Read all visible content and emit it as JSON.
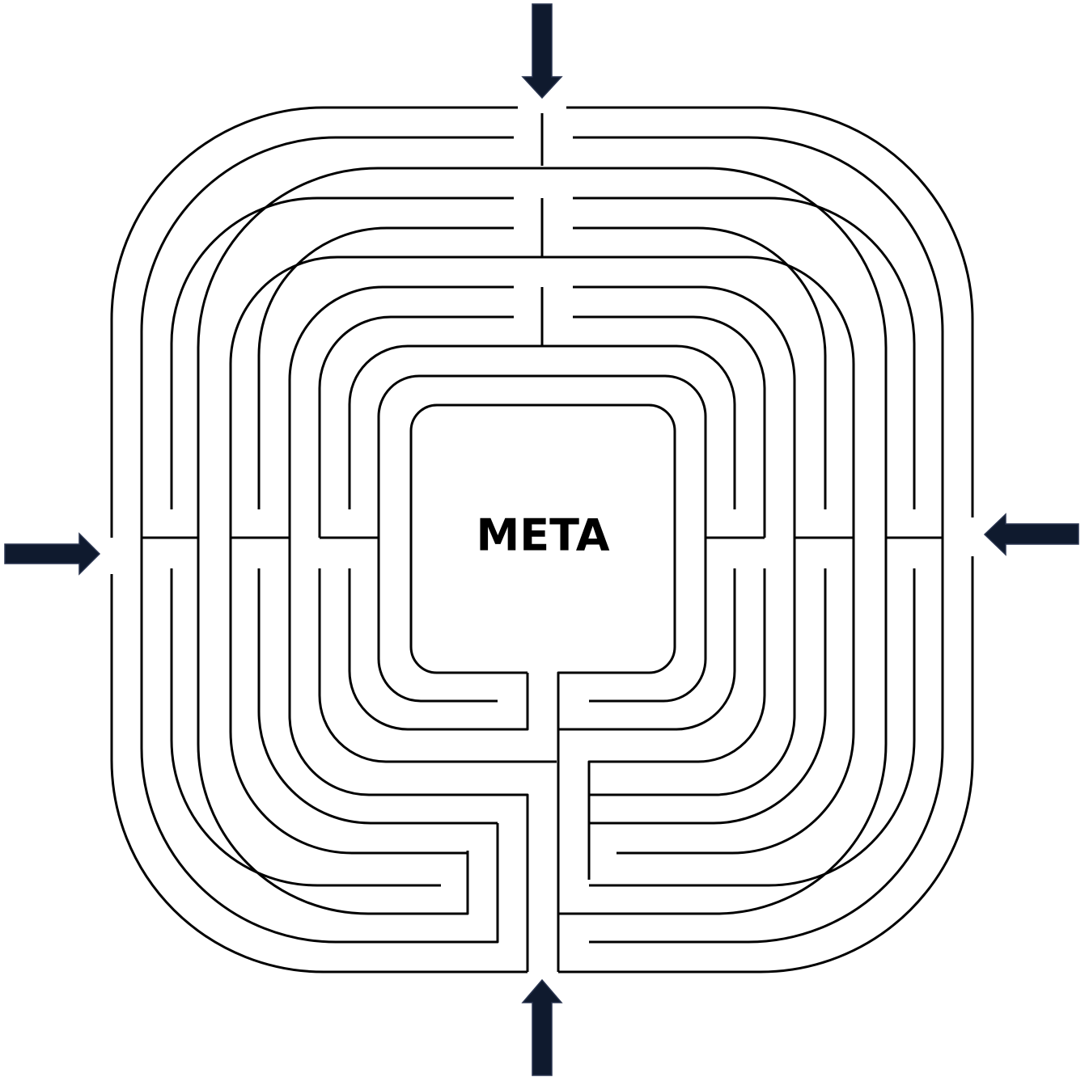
{
  "maze": {
    "goal_label": "META",
    "colors": {
      "walls": "#000000",
      "arrows": "#0f1a2e",
      "background": "#ffffff"
    },
    "entrances": [
      {
        "side": "top",
        "icon": "arrow-down-icon"
      },
      {
        "side": "left",
        "icon": "arrow-right-icon"
      },
      {
        "side": "right",
        "icon": "arrow-left-icon"
      },
      {
        "side": "bottom",
        "icon": "arrow-up-icon"
      }
    ]
  }
}
